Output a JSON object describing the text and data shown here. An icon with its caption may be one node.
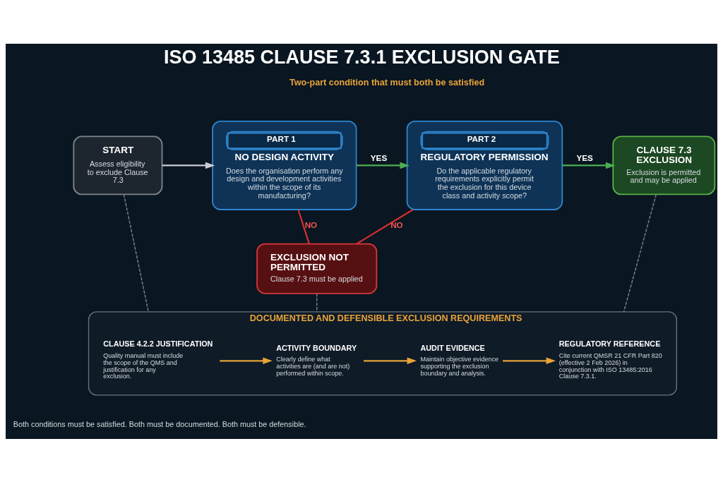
{
  "diagram": {
    "title": "ISO 13485 CLAUSE 7.3.1 EXCLUSION GATE",
    "nodes": [
      {
        "text": [
          "START",
          "Assess eligibility to exclude Clause 7.3"
        ]
      },
      {
        "text": [
          "PART 1",
          "NO DESIGN ACTIVITY",
          "Does the organisation perform any design and development activities within the scope of its manufacturing?"
        ]
      },
      {
        "text": [
          "PART 2",
          "REGULATORY PERMISSION",
          "Do the applicable regulatory requirements explicitly permit the exclusion for this device class and activity scope?"
        ]
      },
      {
        "text": [
          "CLAUSE 7.3 EXCLUSION",
          "Exclusion is permitted and may be applied"
        ]
      },
      {
        "text": [
          "EXCLUSION NOT PERMITTED",
          "Clause 7.3 must be applied"
        ]
      },
      {
        "text": [
          "DOCUMENTED AND DEFENSIBLE EXCLUSION REQUIREMENTS"
        ]
      },
      {
        "text": [
          "CLAUSE 4.2.2 JUSTIFICATION",
          "Quality manual must include the scope of the QMS and justification for any exclusion."
        ],
        "in": 5
      },
      {
        "text": [
          "ACTIVITY BOUNDARY",
          "Clearly define what activities are (and are not) performed within scope."
        ],
        "in": 5
      },
      {
        "text": [
          "AUDIT EVIDENCE",
          "Maintain objective evidence supporting the exclusion boundary and analysis."
        ],
        "in": 5
      },
      {
        "text": [
          "REGULATORY REFERENCE",
          "Cite current QMSR 21 CFR Part 820 (effective 2 Feb 2026) in conjunction with ISO 13485:2016 Clause 7.3.1."
        ],
        "in": 5
      }
    ],
    "edges": [
      {
        "from": 0,
        "to": 1,
        "arrow": "to"
      },
      {
        "from": 1,
        "to": 2,
        "arrow": "to",
        "label": "YES",
        "color": "#4caf50"
      },
      {
        "from": 2,
        "to": 3,
        "arrow": "to",
        "label": "YES",
        "color": "#4caf50"
      },
      {
        "from": 1,
        "to": 4,
        "arrow": "none",
        "label": "NO",
        "color": "#d32f2f"
      },
      {
        "from": 2,
        "to": 4,
        "arrow": "none",
        "label": "NO",
        "color": "#d32f2f"
      },
      {
        "from": 0,
        "to": 5,
        "arrow": "none",
        "style": "dashed",
        "color": "#7b828a"
      },
      {
        "from": 4,
        "to": 5,
        "arrow": "none",
        "style": "dashed",
        "color": "#7b828a"
      },
      {
        "from": 3,
        "to": 5,
        "arrow": "none",
        "style": "dashed",
        "color": "#7b828a"
      },
      {
        "from": 6,
        "to": 7,
        "arrow": "to",
        "color": "#e8a33a"
      },
      {
        "from": 7,
        "to": 8,
        "arrow": "to",
        "color": "#e8a33a"
      },
      {
        "from": 8,
        "to": 9,
        "arrow": "to",
        "color": "#e8a33a"
      }
    ],
    "labels": [
      "Two-part condition that must both be satisfied",
      "Both conditions must be satisfied. Both must be documented. Both must be defensible."
    ]
  }
}
